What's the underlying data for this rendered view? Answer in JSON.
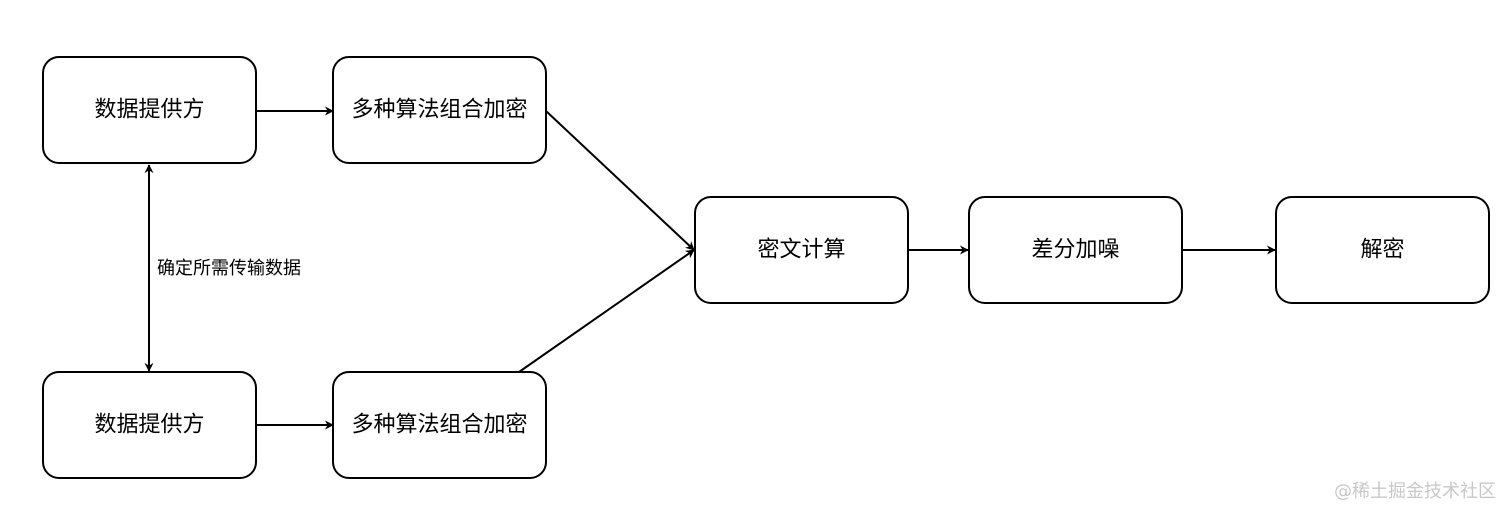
{
  "nodes": {
    "provider_top": {
      "label": "数据提供方"
    },
    "encrypt_top": {
      "label": "多种算法组合加密"
    },
    "provider_bottom": {
      "label": "数据提供方"
    },
    "encrypt_bottom": {
      "label": "多种算法组合加密"
    },
    "cipher_compute": {
      "label": "密文计算"
    },
    "dp_noise": {
      "label": "差分加噪"
    },
    "decrypt": {
      "label": "解密"
    }
  },
  "edges": {
    "agree_data_label": "确定所需传输数据"
  },
  "watermark": "@稀土掘金技术社区"
}
